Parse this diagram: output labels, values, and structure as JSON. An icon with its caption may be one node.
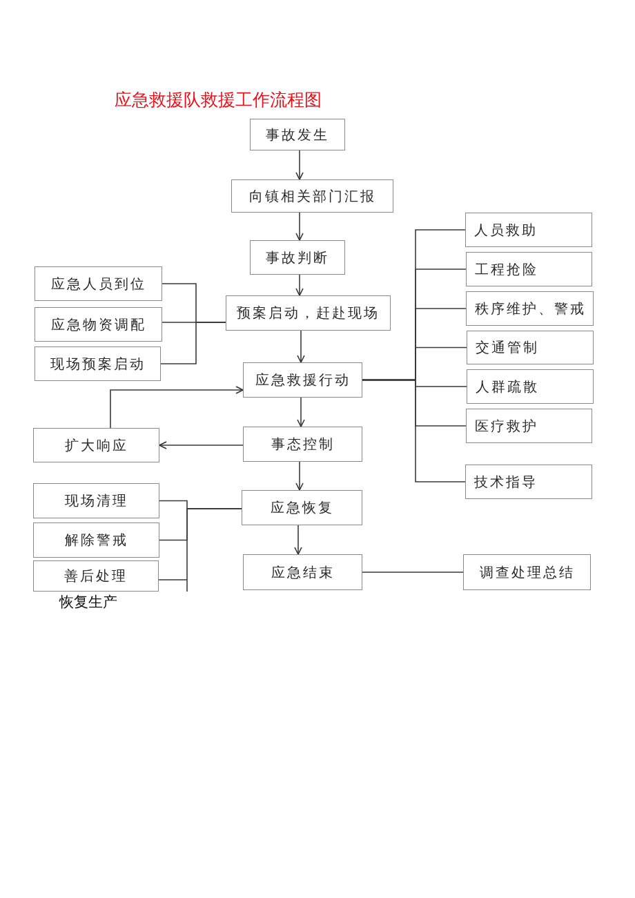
{
  "diagram": {
    "title": "应急救援队救援工作流程图",
    "nodes": [
      {
        "text": [
          "事故发生"
        ]
      },
      {
        "text": [
          "向镇相关部门汇报"
        ]
      },
      {
        "text": [
          "事故判断"
        ]
      },
      {
        "text": [
          "应急人员到位"
        ]
      },
      {
        "text": [
          "应急物资调配"
        ]
      },
      {
        "text": [
          "现场预案启动"
        ]
      },
      {
        "text": [
          "预案启动，赶赴现场"
        ]
      },
      {
        "text": [
          "人员救助"
        ]
      },
      {
        "text": [
          "工程抢险"
        ]
      },
      {
        "text": [
          "秩序维护、警戒"
        ]
      },
      {
        "text": [
          "交通管制"
        ]
      },
      {
        "text": [
          "人群疏散"
        ]
      },
      {
        "text": [
          "医疗救护"
        ]
      },
      {
        "text": [
          "技术指导"
        ]
      },
      {
        "text": [
          "应急救援行动"
        ]
      },
      {
        "text": [
          "扩大响应"
        ]
      },
      {
        "text": [
          "事态控制"
        ]
      },
      {
        "text": [
          "现场清理"
        ]
      },
      {
        "text": [
          "解除警戒"
        ]
      },
      {
        "text": [
          "善后处理"
        ]
      },
      {
        "text": [
          "应急恢复"
        ]
      },
      {
        "text": [
          "应急结束"
        ]
      },
      {
        "text": [
          "调查处理总结"
        ]
      }
    ],
    "edges": [
      {
        "from": 0,
        "to": 1,
        "arrow": "to"
      },
      {
        "from": 1,
        "to": 2,
        "arrow": "to"
      },
      {
        "from": 2,
        "to": 6,
        "arrow": "to"
      },
      {
        "from": 3,
        "to": 6,
        "arrow": "none"
      },
      {
        "from": 4,
        "to": 6,
        "arrow": "none"
      },
      {
        "from": 5,
        "to": 6,
        "arrow": "none"
      },
      {
        "from": 6,
        "to": 14,
        "arrow": "to"
      },
      {
        "from": 14,
        "to": 7,
        "arrow": "none"
      },
      {
        "from": 14,
        "to": 8,
        "arrow": "none"
      },
      {
        "from": 14,
        "to": 9,
        "arrow": "none"
      },
      {
        "from": 14,
        "to": 10,
        "arrow": "none"
      },
      {
        "from": 14,
        "to": 11,
        "arrow": "none"
      },
      {
        "from": 14,
        "to": 12,
        "arrow": "none"
      },
      {
        "from": 14,
        "to": 13,
        "arrow": "none"
      },
      {
        "from": 14,
        "to": 16,
        "arrow": "to"
      },
      {
        "from": 16,
        "to": 15,
        "arrow": "to"
      },
      {
        "from": 15,
        "to": 14,
        "arrow": "to"
      },
      {
        "from": 16,
        "to": 20,
        "arrow": "to"
      },
      {
        "from": 20,
        "to": 17,
        "arrow": "none"
      },
      {
        "from": 20,
        "to": 18,
        "arrow": "none"
      },
      {
        "from": 20,
        "to": 19,
        "arrow": "none"
      },
      {
        "from": 20,
        "to": 21,
        "arrow": "to"
      },
      {
        "from": 21,
        "to": 22,
        "arrow": "none"
      }
    ],
    "labels": [
      "恢复生产"
    ]
  }
}
